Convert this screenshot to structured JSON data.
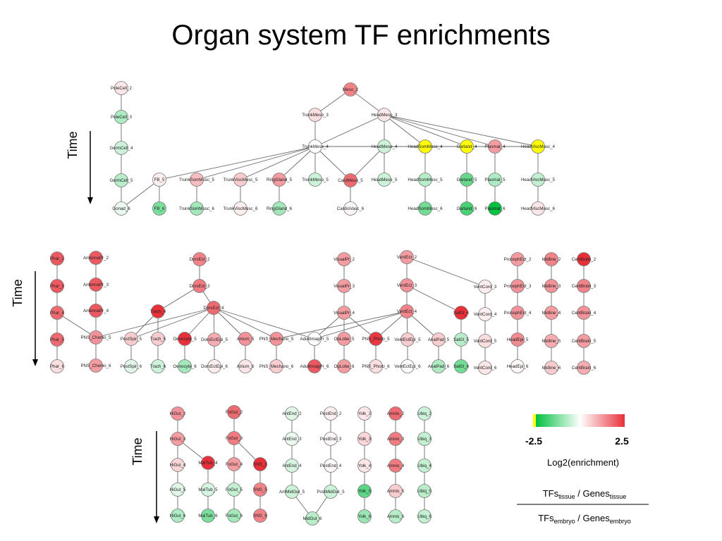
{
  "title": "Organ system TF enrichments",
  "time_label": "Time",
  "scale": {
    "min_label": "-2.5",
    "max_label": "2.5",
    "label": "Log2(enrichment)",
    "colors": [
      "#00c040",
      "#ffffff",
      "#e8303a"
    ],
    "highlight_color": "#ffff00"
  },
  "formula": {
    "num_main": "TFs",
    "num_sub": "tissue",
    "num_sep": " / Genes",
    "num_sub2": "tissue",
    "den_main": "TFs",
    "den_sub": "embryo",
    "den_sep": " / Genes",
    "den_sub2": "embryo"
  },
  "diagram": {
    "nodes": [
      {
        "id": "PoleCell_2",
        "v": 0.3
      },
      {
        "id": "PoleCell_3",
        "v": -0.8
      },
      {
        "id": "GermCell_4",
        "v": -0.5
      },
      {
        "id": "GermCell_5",
        "v": -0.7
      },
      {
        "id": "Gonad_6",
        "v": -0.2
      },
      {
        "id": "Meso_2",
        "v": 1.5
      },
      {
        "id": "TrunkMeso_3",
        "v": 0.4
      },
      {
        "id": "HeadMeso_3",
        "v": 0.3
      },
      {
        "id": "TrunkMeso_4",
        "v": 0
      },
      {
        "id": "HeadMeso_4",
        "v": -0.5
      },
      {
        "id": "HeadSomMusc_4",
        "v": "Y"
      },
      {
        "id": "Garland_4",
        "v": "Y"
      },
      {
        "id": "Plasmat_4",
        "v": 1.2
      },
      {
        "id": "HeadViscMusc_4",
        "v": "Y"
      },
      {
        "id": "FB_5",
        "v": 0.2
      },
      {
        "id": "TrunkSomMusc_5",
        "v": 0.8
      },
      {
        "id": "TrunkViscMusc_5",
        "v": 0.6
      },
      {
        "id": "RingGland_5",
        "v": 1.2
      },
      {
        "id": "TrunkMeso_5",
        "v": -0.5
      },
      {
        "id": "CardMeso_5",
        "v": 1.8
      },
      {
        "id": "HeadMeso_5",
        "v": -0.5
      },
      {
        "id": "HeadSomMusc_5",
        "v": -0.7
      },
      {
        "id": "Garland_5",
        "v": -1.5
      },
      {
        "id": "Plasmat_5",
        "v": -0.8
      },
      {
        "id": "HeadViscMusc_5",
        "v": -0.6
      },
      {
        "id": "FB_6",
        "v": -1.3
      },
      {
        "id": "TrunkSomMusc_6",
        "v": -0.9
      },
      {
        "id": "TrunkViscMusc_6",
        "v": 0.2
      },
      {
        "id": "RingGland_6",
        "v": -0.9
      },
      {
        "id": "CardioVasc_6",
        "v": 0.1
      },
      {
        "id": "HeadSomMusc_6",
        "v": -1.4
      },
      {
        "id": "Garland_6",
        "v": -1.8
      },
      {
        "id": "Plasmat_6",
        "v": -2.5
      },
      {
        "id": "HeadViscMusc_6",
        "v": 0.3
      },
      {
        "id": "Phar_2",
        "v": 2.0
      },
      {
        "id": "Phar_3",
        "v": 2.0
      },
      {
        "id": "Phar_4",
        "v": 1.8
      },
      {
        "id": "Phar_5",
        "v": 1.8
      },
      {
        "id": "Phar_6",
        "v": 0.4
      },
      {
        "id": "AntennaPr_2",
        "v": 2.0
      },
      {
        "id": "AntennaPr_3",
        "v": 2.0
      },
      {
        "id": "AntennaPr_4",
        "v": 2.0
      },
      {
        "id": "PNS_Chemo_5",
        "v": 1.3
      },
      {
        "id": "PNS_Chemo_6",
        "v": 1.2
      },
      {
        "id": "PostSpir_5",
        "v": 0.6
      },
      {
        "id": "PostSpir_6",
        "v": -0.3
      },
      {
        "id": "Trach_4",
        "v": 2.5
      },
      {
        "id": "Trach_5",
        "v": 0.6
      },
      {
        "id": "Trach_6",
        "v": -0.5
      },
      {
        "id": "Oenocyte_5",
        "v": 2.5
      },
      {
        "id": "Oenocyte_6",
        "v": -0.9
      },
      {
        "id": "DorsEct_2",
        "v": 1.5
      },
      {
        "id": "DorsEct_3",
        "v": 1.6
      },
      {
        "id": "DorsEct_4",
        "v": 1.8
      },
      {
        "id": "DorsEctEpi_5",
        "v": 1.0
      },
      {
        "id": "DorsEctEpi_6",
        "v": 0.2
      },
      {
        "id": "Atrium_5",
        "v": 1.3
      },
      {
        "id": "Atrium_6",
        "v": 0.3
      },
      {
        "id": "PNS_Mechano_5",
        "v": 1.3
      },
      {
        "id": "PNS_Mechano_6",
        "v": 0.6
      },
      {
        "id": "VisualPr_2",
        "v": 1.2
      },
      {
        "id": "VisualPr_3",
        "v": 1.2
      },
      {
        "id": "VisualPr_4",
        "v": 1.2
      },
      {
        "id": "AdultImagPr_5",
        "v": 0
      },
      {
        "id": "AdultImagPr_6",
        "v": 2.0
      },
      {
        "id": "OpLobe_5",
        "v": 1.2
      },
      {
        "id": "OpLobe_6",
        "v": 1.2
      },
      {
        "id": "PNS_Photo_5",
        "v": 2.4
      },
      {
        "id": "PNS_Photo_6",
        "v": 0.4
      },
      {
        "id": "VentEct_2",
        "v": 1.2
      },
      {
        "id": "VentEct_3",
        "v": 1.3
      },
      {
        "id": "VentEct_4",
        "v": 1.5
      },
      {
        "id": "VentEctEpi_5",
        "v": 0.6
      },
      {
        "id": "VentEctEpi_6",
        "v": 0
      },
      {
        "id": "AnalPad_5",
        "v": 0.6
      },
      {
        "id": "AnalPad_6",
        "v": -0.8
      },
      {
        "id": "SalGl_4",
        "v": 2.5
      },
      {
        "id": "SalGl_5",
        "v": -0.7
      },
      {
        "id": "SalGl_6",
        "v": -1.4
      },
      {
        "id": "VentCord_3",
        "v": 0.2
      },
      {
        "id": "VentCord_4",
        "v": 0.2
      },
      {
        "id": "VentCord_5",
        "v": 0.4
      },
      {
        "id": "VentCord_6",
        "v": 0.3
      },
      {
        "id": "ProcephEct_2",
        "v": 1.2
      },
      {
        "id": "ProcephEct_3",
        "v": 1.3
      },
      {
        "id": "ProcephEct_4",
        "v": 1.3
      },
      {
        "id": "HeadEpi_5",
        "v": 1.4
      },
      {
        "id": "HeadEpi_6",
        "v": 0.1
      },
      {
        "id": "Midline_2",
        "v": 1.5
      },
      {
        "id": "Midline_3",
        "v": 1.3
      },
      {
        "id": "Midline_4",
        "v": 1.2
      },
      {
        "id": "Midline_5",
        "v": 1.0
      },
      {
        "id": "Midline_6",
        "v": 0.6
      },
      {
        "id": "CentBrain_2",
        "v": 2.5
      },
      {
        "id": "CentBrain_3",
        "v": 1.5
      },
      {
        "id": "CentBrain_4",
        "v": 1.3
      },
      {
        "id": "CentBrain_5",
        "v": 1.2
      },
      {
        "id": "CentBrain_6",
        "v": 1.0
      },
      {
        "id": "HiGut_2",
        "v": 1.3
      },
      {
        "id": "HiGut_3",
        "v": 1.2
      },
      {
        "id": "HiGut_4",
        "v": 0.5
      },
      {
        "id": "HiGut_5",
        "v": -0.3
      },
      {
        "id": "HiGut_6",
        "v": -0.8
      },
      {
        "id": "MalTub_4",
        "v": 2.5
      },
      {
        "id": "MalTub_5",
        "v": -0.4
      },
      {
        "id": "MalTub_6",
        "v": -1.3
      },
      {
        "id": "FoGut_2",
        "v": 1.8
      },
      {
        "id": "FoGut_3",
        "v": 1.6
      },
      {
        "id": "FoGut_4",
        "v": 1.2
      },
      {
        "id": "FoGut_5",
        "v": -0.6
      },
      {
        "id": "FoGut_6",
        "v": -0.9
      },
      {
        "id": "SNS_3",
        "v": 2.5
      },
      {
        "id": "SNS_5",
        "v": 1.5
      },
      {
        "id": "SNS_6",
        "v": 1.5
      },
      {
        "id": "AntEnd_2",
        "v": -0.3
      },
      {
        "id": "AntEnd_3",
        "v": -0.2
      },
      {
        "id": "AntEnd_4",
        "v": -0.4
      },
      {
        "id": "PostEnd_2",
        "v": 0.2
      },
      {
        "id": "PostEnd_3",
        "v": 0.1
      },
      {
        "id": "PostEnd_4",
        "v": 0.1
      },
      {
        "id": "AntMidGut_5",
        "v": -0.5
      },
      {
        "id": "PostMidGut_5",
        "v": -0.5
      },
      {
        "id": "MidGut_6",
        "v": -0.7
      },
      {
        "id": "Yolk_2",
        "v": 0.3
      },
      {
        "id": "Yolk_3",
        "v": 0.5
      },
      {
        "id": "Yolk_4",
        "v": 0.3
      },
      {
        "id": "Yolk_5",
        "v": -1.6
      },
      {
        "id": "Yolk_6",
        "v": -1.0
      },
      {
        "id": "Amnio_2",
        "v": 1.8
      },
      {
        "id": "Amnio_3",
        "v": 1.6
      },
      {
        "id": "Amnio_4",
        "v": 1.6
      },
      {
        "id": "Amnio_5",
        "v": 0.6
      },
      {
        "id": "Amnio_6",
        "v": -0.7
      },
      {
        "id": "Ubiq_2",
        "v": -0.5
      },
      {
        "id": "Ubiq_3",
        "v": -0.6
      },
      {
        "id": "Ubiq_4",
        "v": -0.6
      },
      {
        "id": "Ubiq_5",
        "v": -0.7
      },
      {
        "id": "Ubiq_6",
        "v": -0.6
      }
    ],
    "edges": [
      [
        "PoleCell_2",
        "PoleCell_3"
      ],
      [
        "PoleCell_3",
        "GermCell_4"
      ],
      [
        "GermCell_4",
        "GermCell_5"
      ],
      [
        "GermCell_5",
        "Gonad_6"
      ],
      [
        "Meso_2",
        "TrunkMeso_3"
      ],
      [
        "Meso_2",
        "HeadMeso_3"
      ],
      [
        "TrunkMeso_3",
        "TrunkMeso_4"
      ],
      [
        "HeadMeso_3",
        "TrunkMeso_4"
      ],
      [
        "HeadMeso_3",
        "HeadMeso_4"
      ],
      [
        "HeadMeso_3",
        "HeadSomMusc_4"
      ],
      [
        "HeadMeso_3",
        "Garland_4"
      ],
      [
        "HeadMeso_3",
        "Plasmat_4"
      ],
      [
        "HeadMeso_3",
        "HeadViscMusc_4"
      ],
      [
        "TrunkMeso_4",
        "FB_5"
      ],
      [
        "TrunkMeso_4",
        "TrunkSomMusc_5"
      ],
      [
        "TrunkMeso_4",
        "TrunkViscMusc_5"
      ],
      [
        "TrunkMeso_4",
        "RingGland_5"
      ],
      [
        "TrunkMeso_4",
        "TrunkMeso_5"
      ],
      [
        "TrunkMeso_4",
        "CardMeso_5"
      ],
      [
        "TrunkMeso_4",
        "HeadSomMusc_4"
      ],
      [
        "TrunkMeso_4",
        "Garland_4"
      ],
      [
        "TrunkMeso_4",
        "HeadViscMusc_4"
      ],
      [
        "HeadMeso_4",
        "HeadMeso_5"
      ],
      [
        "HeadMeso_4",
        "CardMeso_5"
      ],
      [
        "HeadSomMusc_4",
        "HeadSomMusc_5"
      ],
      [
        "Garland_4",
        "Garland_5"
      ],
      [
        "Plasmat_4",
        "Plasmat_5"
      ],
      [
        "HeadViscMusc_4",
        "HeadViscMusc_5"
      ],
      [
        "FB_5",
        "FB_6"
      ],
      [
        "FB_5",
        "Gonad_6"
      ],
      [
        "TrunkSomMusc_5",
        "TrunkSomMusc_6"
      ],
      [
        "TrunkViscMusc_5",
        "TrunkViscMusc_6"
      ],
      [
        "RingGland_5",
        "RingGland_6"
      ],
      [
        "CardMeso_5",
        "CardioVasc_6"
      ],
      [
        "HeadSomMusc_5",
        "HeadSomMusc_6"
      ],
      [
        "Garland_5",
        "Garland_6"
      ],
      [
        "Plasmat_5",
        "Plasmat_6"
      ],
      [
        "HeadViscMusc_5",
        "HeadViscMusc_6"
      ],
      [
        "Phar_2",
        "Phar_3"
      ],
      [
        "Phar_3",
        "Phar_4"
      ],
      [
        "Phar_4",
        "Phar_5"
      ],
      [
        "Phar_5",
        "Phar_6"
      ],
      [
        "Phar_4",
        "PNS_Chemo_5"
      ],
      [
        "AntennaPr_2",
        "AntennaPr_3"
      ],
      [
        "AntennaPr_3",
        "AntennaPr_4"
      ],
      [
        "AntennaPr_4",
        "PNS_Chemo_5"
      ],
      [
        "PNS_Chemo_5",
        "PNS_Chemo_6"
      ],
      [
        "DorsEct_2",
        "DorsEct_3"
      ],
      [
        "DorsEct_3",
        "DorsEct_4"
      ],
      [
        "DorsEct_3",
        "Trach_4"
      ],
      [
        "DorsEct_4",
        "PNS_Chemo_5"
      ],
      [
        "DorsEct_4",
        "PostSpir_5"
      ],
      [
        "DorsEct_4",
        "Oenocyte_5"
      ],
      [
        "DorsEct_4",
        "DorsEctEpi_5"
      ],
      [
        "DorsEct_4",
        "Atrium_5"
      ],
      [
        "DorsEct_4",
        "PNS_Mechano_5"
      ],
      [
        "DorsEct_4",
        "AdultImagPr_5"
      ],
      [
        "Trach_4",
        "Trach_5"
      ],
      [
        "Trach_4",
        "PostSpir_5"
      ],
      [
        "PostSpir_5",
        "PostSpir_6"
      ],
      [
        "Trach_5",
        "Trach_6"
      ],
      [
        "Oenocyte_5",
        "Oenocyte_6"
      ],
      [
        "DorsEctEpi_5",
        "DorsEctEpi_6"
      ],
      [
        "Atrium_5",
        "Atrium_6"
      ],
      [
        "PNS_Mechano_5",
        "PNS_Mechano_6"
      ],
      [
        "VisualPr_2",
        "VisualPr_3"
      ],
      [
        "VisualPr_3",
        "VisualPr_4"
      ],
      [
        "VisualPr_4",
        "AdultImagPr_5"
      ],
      [
        "VisualPr_4",
        "OpLobe_5"
      ],
      [
        "VisualPr_4",
        "PNS_Photo_5"
      ],
      [
        "AdultImagPr_5",
        "AdultImagPr_6"
      ],
      [
        "OpLobe_5",
        "OpLobe_6"
      ],
      [
        "PNS_Photo_5",
        "PNS_Photo_6"
      ],
      [
        "VentEct_2",
        "VentEct_3"
      ],
      [
        "VentEct_2",
        "VentCord_3"
      ],
      [
        "VentEct_3",
        "VentEct_4"
      ],
      [
        "VentEct_3",
        "SalGl_4"
      ],
      [
        "VentEct_4",
        "VentEctEpi_5"
      ],
      [
        "VentEct_4",
        "AnalPad_5"
      ],
      [
        "VentEct_4",
        "PNS_Photo_5"
      ],
      [
        "VentEct_4",
        "AdultImagPr_5"
      ],
      [
        "VentEct_4",
        "PNS_Mechano_5"
      ],
      [
        "VentEctEpi_5",
        "VentEctEpi_6"
      ],
      [
        "AnalPad_5",
        "AnalPad_6"
      ],
      [
        "SalGl_4",
        "SalGl_5"
      ],
      [
        "SalGl_5",
        "SalGl_6"
      ],
      [
        "VentCord_3",
        "VentCord_4"
      ],
      [
        "VentCord_4",
        "VentCord_5"
      ],
      [
        "VentCord_5",
        "VentCord_6"
      ],
      [
        "ProcephEct_2",
        "ProcephEct_3"
      ],
      [
        "ProcephEct_3",
        "ProcephEct_4"
      ],
      [
        "ProcephEct_4",
        "HeadEpi_5"
      ],
      [
        "HeadEpi_5",
        "HeadEpi_6"
      ],
      [
        "Midline_2",
        "Midline_3"
      ],
      [
        "Midline_3",
        "Midline_4"
      ],
      [
        "Midline_4",
        "Midline_5"
      ],
      [
        "Midline_5",
        "Midline_6"
      ],
      [
        "CentBrain_2",
        "CentBrain_3"
      ],
      [
        "CentBrain_3",
        "CentBrain_4"
      ],
      [
        "CentBrain_4",
        "CentBrain_5"
      ],
      [
        "CentBrain_5",
        "CentBrain_6"
      ],
      [
        "HiGut_2",
        "HiGut_3"
      ],
      [
        "HiGut_3",
        "HiGut_4"
      ],
      [
        "HiGut_3",
        "MalTub_4"
      ],
      [
        "HiGut_4",
        "HiGut_5"
      ],
      [
        "HiGut_5",
        "HiGut_6"
      ],
      [
        "MalTub_4",
        "MalTub_5"
      ],
      [
        "MalTub_5",
        "MalTub_6"
      ],
      [
        "FoGut_2",
        "FoGut_3"
      ],
      [
        "FoGut_3",
        "FoGut_4"
      ],
      [
        "FoGut_3",
        "SNS_3"
      ],
      [
        "FoGut_4",
        "FoGut_5"
      ],
      [
        "FoGut_5",
        "FoGut_6"
      ],
      [
        "SNS_3",
        "SNS_5"
      ],
      [
        "SNS_5",
        "SNS_6"
      ],
      [
        "AntEnd_2",
        "AntEnd_3"
      ],
      [
        "AntEnd_3",
        "AntEnd_4"
      ],
      [
        "AntEnd_4",
        "AntMidGut_5"
      ],
      [
        "AntMidGut_5",
        "MidGut_6"
      ],
      [
        "PostEnd_2",
        "PostEnd_3"
      ],
      [
        "PostEnd_3",
        "PostEnd_4"
      ],
      [
        "PostEnd_4",
        "PostMidGut_5"
      ],
      [
        "PostMidGut_5",
        "MidGut_6"
      ],
      [
        "Yolk_2",
        "Yolk_3"
      ],
      [
        "Yolk_3",
        "Yolk_4"
      ],
      [
        "Yolk_4",
        "Yolk_5"
      ],
      [
        "Yolk_5",
        "Yolk_6"
      ],
      [
        "Amnio_2",
        "Amnio_3"
      ],
      [
        "Amnio_3",
        "Amnio_4"
      ],
      [
        "Amnio_4",
        "Amnio_5"
      ],
      [
        "Amnio_5",
        "Amnio_6"
      ],
      [
        "Ubiq_2",
        "Ubiq_3"
      ],
      [
        "Ubiq_3",
        "Ubiq_4"
      ],
      [
        "Ubiq_4",
        "Ubiq_5"
      ],
      [
        "Ubiq_5",
        "Ubiq_6"
      ]
    ]
  }
}
